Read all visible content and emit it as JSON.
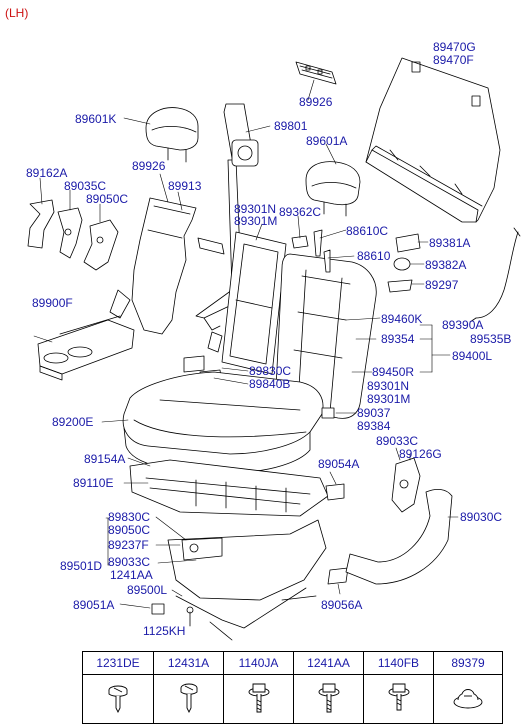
{
  "title": "(LH)",
  "colors": {
    "label": "#1a1aa8",
    "title": "#cc1111",
    "line": "#000000"
  },
  "labels": {
    "p89470g": "89470G",
    "p89470f": "89470F",
    "p89926a": "89926",
    "p89601k": "89601K",
    "p89801": "89801",
    "p89601a": "89601A",
    "p89162a": "89162A",
    "p89035c": "89035C",
    "p89050c_top": "89050C",
    "p89926b": "89926",
    "p89913": "89913",
    "p89301n_a": "89301N",
    "p89301m_a": "89301M",
    "p89362c": "89362C",
    "p88610c": "88610C",
    "p88610": "88610",
    "p89381a": "89381A",
    "p89382a": "89382A",
    "p89297": "89297",
    "p89900f": "89900F",
    "p89460k": "89460K",
    "p89390a": "89390A",
    "p89354": "89354",
    "p89535b": "89535B",
    "p89400l": "89400L",
    "p89450r": "89450R",
    "p89830c_mid": "89830C",
    "p89840b": "89840B",
    "p89301n_b": "89301N",
    "p89301m_b": "89301M",
    "p89200e": "89200E",
    "p89037": "89037",
    "p89384": "89384",
    "p89033c_r": "89033C",
    "p89126g": "89126G",
    "p89154a": "89154A",
    "p89054a": "89054A",
    "p89110e": "89110E",
    "p89030c": "89030C",
    "p89830c_l": "89830C",
    "p89050c_l": "89050C",
    "p89237f": "89237F",
    "p89501d": "89501D",
    "p89033c_l": "89033C",
    "p1241aa_l": "1241AA",
    "p89500l": "89500L",
    "p89051a": "89051A",
    "p89056a": "89056A",
    "p1125kh": "1125KH"
  },
  "fastener_table": [
    {
      "code": "1231DE",
      "icon": "screw-icon"
    },
    {
      "code": "12431A",
      "icon": "screw-icon"
    },
    {
      "code": "1140JA",
      "icon": "flange-bolt-icon"
    },
    {
      "code": "1241AA",
      "icon": "flange-bolt-icon"
    },
    {
      "code": "1140FB",
      "icon": "flange-bolt-icon"
    },
    {
      "code": "89379",
      "icon": "push-clip-icon"
    }
  ]
}
